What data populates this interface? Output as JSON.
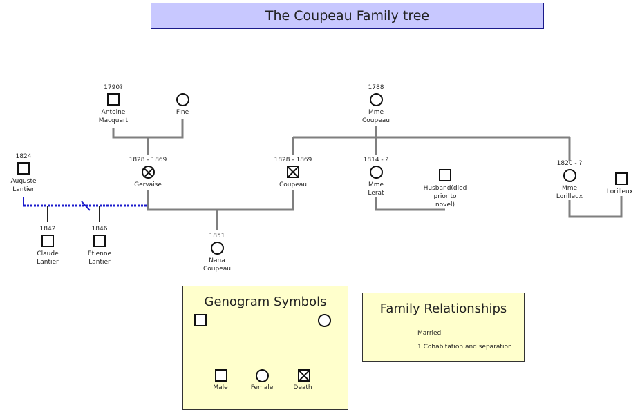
{
  "title": "The Coupeau Family tree",
  "people": {
    "antoine": {
      "year": "1790?",
      "name1": "Antoine",
      "name2": "Macquart",
      "sex": "male"
    },
    "fine": {
      "year": "",
      "name1": "Fine",
      "name2": "",
      "sex": "female"
    },
    "mme_coupeau": {
      "year": "1788",
      "name1": "Mme",
      "name2": "Coupeau",
      "sex": "female"
    },
    "auguste": {
      "year": "1824",
      "name1": "Auguste",
      "name2": "Lantier",
      "sex": "male"
    },
    "gervaise": {
      "year": "1828 - 1869",
      "name1": "Gervaise",
      "name2": "",
      "sex": "female",
      "deceased": true
    },
    "coupeau": {
      "year": "1828 - 1869",
      "name1": "Coupeau",
      "name2": "",
      "sex": "male",
      "deceased": true
    },
    "mme_lerat": {
      "year": "1814 - ?",
      "name1": "Mme",
      "name2": "Lerat",
      "sex": "female"
    },
    "husband": {
      "year": "",
      "name1": "Husband(died",
      "name2": "prior to",
      "name3": "novel)",
      "sex": "male"
    },
    "mme_lorilleux": {
      "year": "1820 - ?",
      "name1": "Mme",
      "name2": "Lorilleux",
      "sex": "female"
    },
    "lorilleux": {
      "year": "",
      "name1": "Lorilleux",
      "name2": "",
      "sex": "male"
    },
    "claude": {
      "year": "1842",
      "name1": "Claude",
      "name2": "Lantier",
      "sex": "male"
    },
    "etienne": {
      "year": "1846",
      "name1": "Etienne",
      "name2": "Lantier",
      "sex": "male"
    },
    "nana": {
      "year": "1851",
      "name1": "Nana",
      "name2": "Coupeau",
      "sex": "female"
    }
  },
  "symbols": {
    "title": "Genogram Symbols",
    "male": "Male",
    "female": "Female",
    "death": "Death"
  },
  "relationships": {
    "title": "Family Relationships",
    "married": "Married",
    "cohabitation": "1 Cohabitation and separation"
  },
  "colors": {
    "title_bg": "#c8c8ff",
    "title_border": "#1a1a8a",
    "married_line": "#7f7f7f",
    "cohabitation_line": "#1a1acc",
    "legend_bg": "#ffffcc"
  }
}
